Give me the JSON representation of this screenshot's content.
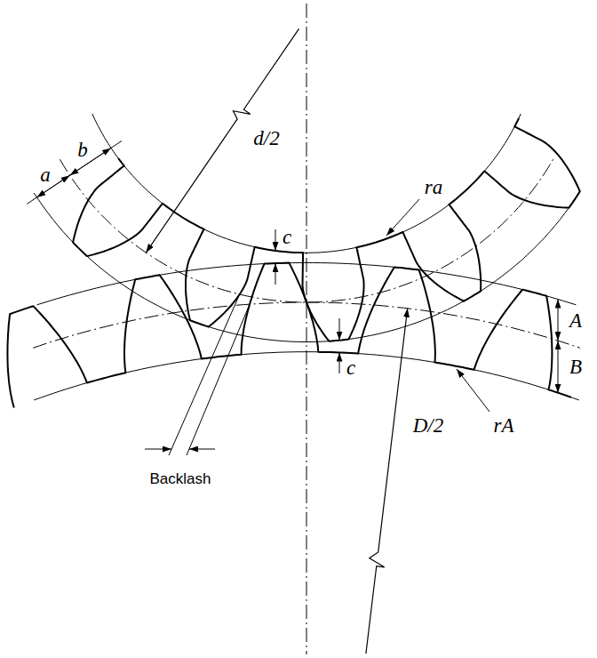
{
  "diagram": {
    "labels": [
      "b",
      "a",
      "d/2",
      "c",
      "ra",
      "rA",
      "A",
      "B",
      "c",
      "D/2",
      "Backlash"
    ]
  }
}
